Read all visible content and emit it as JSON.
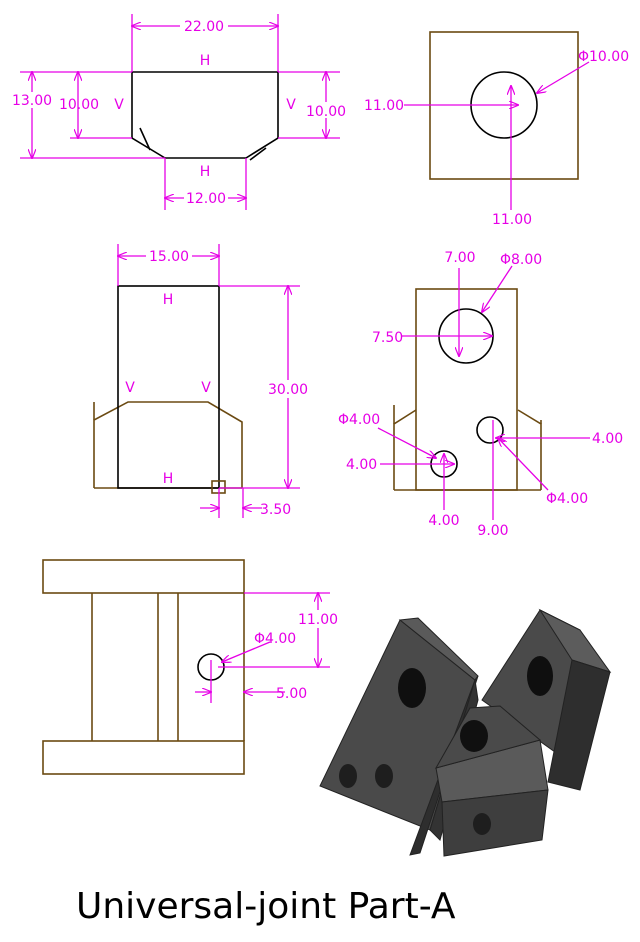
{
  "title": "Universal-joint Part-A",
  "colors": {
    "dimension": "#e600e6",
    "outline": "#000000",
    "hidden_edge": "#6b4a12"
  },
  "views": {
    "front": {
      "dims": {
        "top_width": "22.00",
        "overall_height": "13.00",
        "left_side": "10.00",
        "right_side": "10.00",
        "bottom_width": "12.00"
      },
      "marks": {
        "top": "H",
        "bottom": "H",
        "left": "V",
        "right": "V"
      }
    },
    "top_right": {
      "dims": {
        "diameter": "Φ10.00",
        "horizontal": "11.00",
        "vertical": "11.00"
      }
    },
    "side": {
      "dims": {
        "width": "15.00",
        "height": "30.00",
        "offset": "3.50"
      },
      "marks": {
        "top": "H",
        "bottom": "H",
        "left": "V",
        "right": "V"
      }
    },
    "right_view": {
      "dims": {
        "big_hole_x": "7.00",
        "big_hole_dia": "Φ8.00",
        "big_hole_y": "7.50",
        "small_dia_left": "Φ4.00",
        "small_left_y": "4.00",
        "small_left_x": "4.00",
        "small_right_x": "9.00",
        "small_right_y": "4.00",
        "small_dia_right": "Φ4.00"
      }
    },
    "bottom_left": {
      "dims": {
        "hole_y": "11.00",
        "hole_dia": "Φ4.00",
        "hole_x": "5.00"
      }
    }
  }
}
